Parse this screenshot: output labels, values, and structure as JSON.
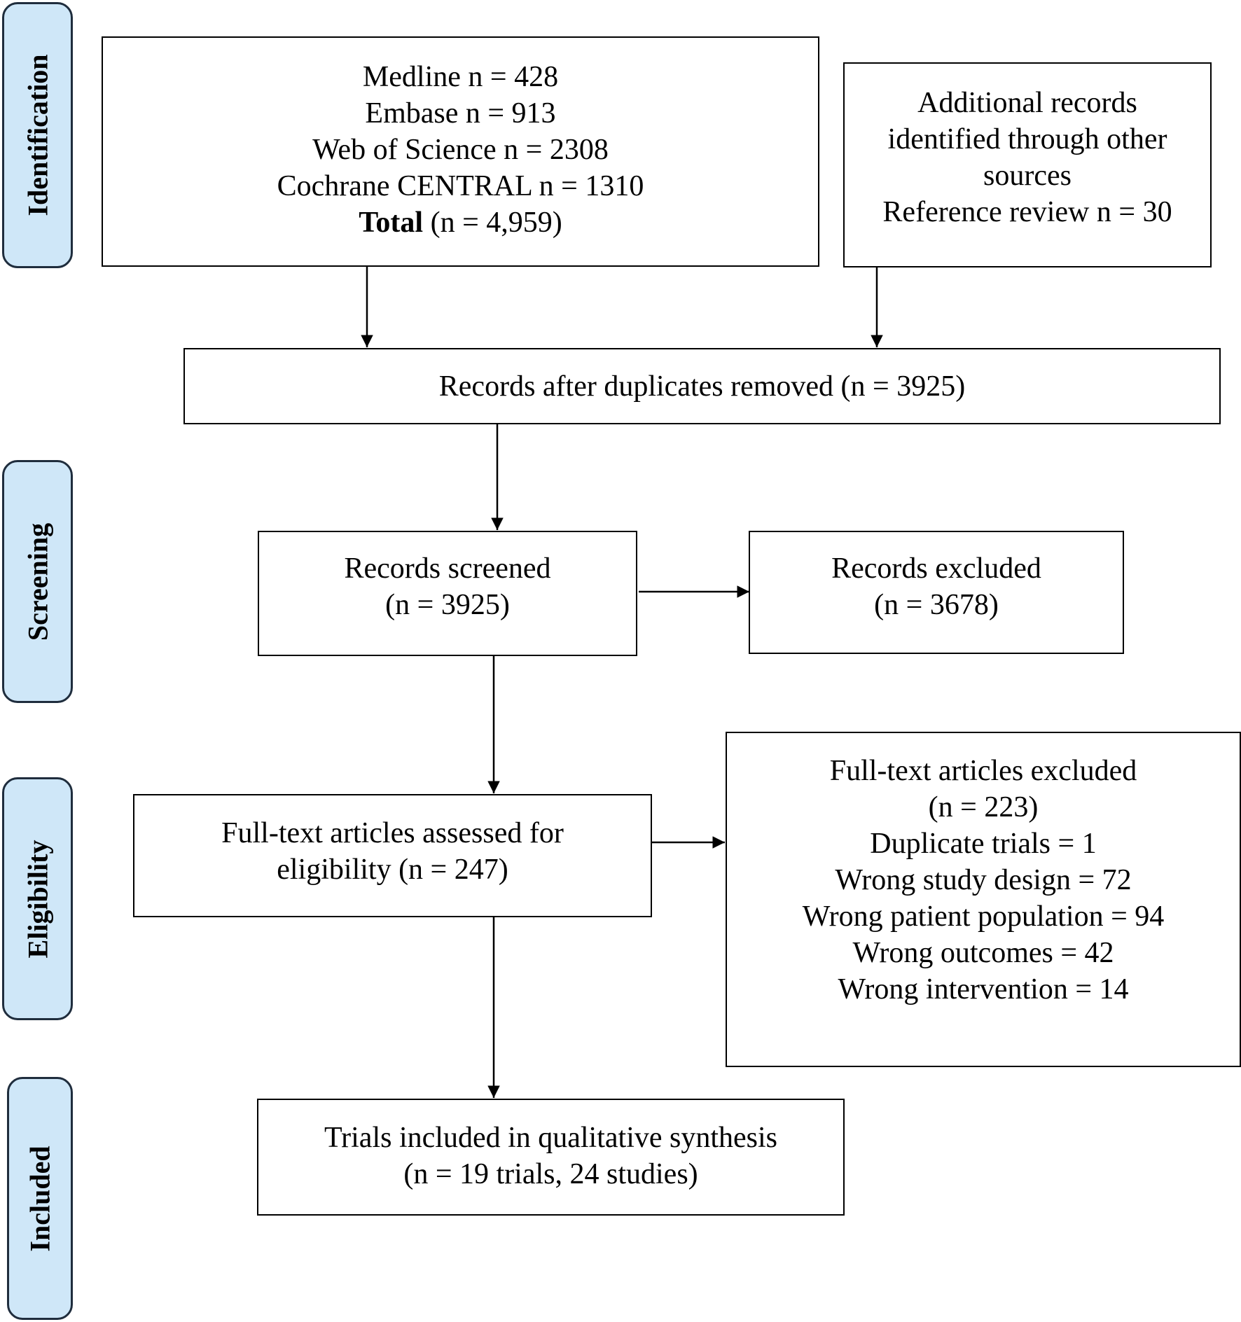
{
  "stages": {
    "identification": "Identification",
    "screening": "Screening",
    "eligibility": "Eligibility",
    "included": "Included"
  },
  "databases": {
    "medline": "Medline n = 428",
    "embase": "Embase n = 913",
    "wos": "Web of Science n = 2308",
    "cochrane": "Cochrane CENTRAL n = 1310",
    "total_label": "Total",
    "total_value": " (n = 4,959)"
  },
  "additional": {
    "line1": "Additional records",
    "line2": "identified through other",
    "line3": "sources",
    "line4": "Reference review n = 30"
  },
  "dedup": {
    "text": "Records after duplicates removed (n = 3925)"
  },
  "screened": {
    "line1": "Records screened",
    "line2": "(n = 3925)"
  },
  "excluded": {
    "line1": "Records excluded",
    "line2": "(n = 3678)"
  },
  "fulltext": {
    "line1": "Full-text articles assessed for",
    "line2": "eligibility (n = 247)"
  },
  "fulltext_excluded": {
    "line1": "Full-text articles excluded",
    "line2": "(n = 223)",
    "reasons": [
      "Duplicate trials = 1",
      "Wrong study design = 72",
      "Wrong patient population = 94",
      "Wrong outcomes = 42",
      "Wrong intervention = 14"
    ]
  },
  "included_box": {
    "line1": "Trials included in qualitative synthesis",
    "line2": "(n = 19 trials, 24 studies)"
  }
}
